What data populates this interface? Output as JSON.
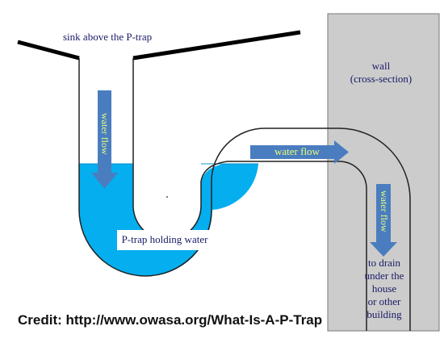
{
  "labels": {
    "sink": "sink above the P-trap",
    "wall_line1": "wall",
    "wall_line2": "(cross-section)",
    "flow_down": "water flow",
    "flow_across": "water flow",
    "flow_drain": "water flow",
    "trap": "P-trap holding water",
    "drain_line1": "to drain",
    "drain_line2": "under the",
    "drain_line3": "house",
    "drain_line4": "or other",
    "drain_line5": "building"
  },
  "credit": "Credit: http://www.owasa.org/What-Is-A-P-Trap",
  "colors": {
    "water": "#05aeef",
    "wall": "#cccccc",
    "pipe_outline": "#222222",
    "arrow": "#4a7dbf",
    "arrow_text": "#e8ff7a"
  }
}
